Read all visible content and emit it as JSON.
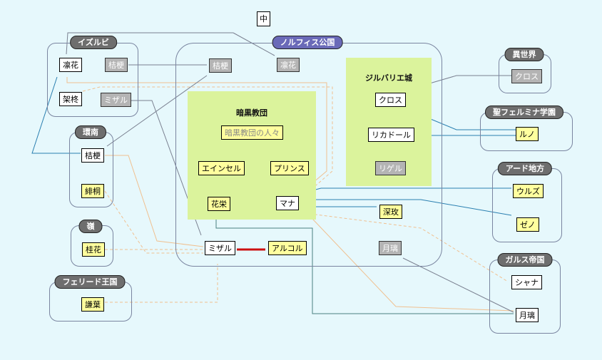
{
  "colors": {
    "background": "#e6f8fc",
    "zone": "#dbf39c",
    "group_border": "#7a85a0",
    "group_label": "#6e6e6e",
    "group_label_highlight": "#6a6ab8",
    "node_white": "#ffffff",
    "node_yellow": "#ffff9e",
    "node_gray": "#b4b4b4",
    "link_blue": "#2a7fb0",
    "link_gray": "#7a8090",
    "link_orange": "#f0c090",
    "link_red": "#cc1010",
    "link_teal": "#4a7f80"
  },
  "top_node": {
    "label": "中"
  },
  "groups": {
    "izurubi": {
      "label": "イズルビ"
    },
    "norufisu": {
      "label": "ノルフィス公国"
    },
    "isekai": {
      "label": "異世界"
    },
    "seiferumina": {
      "label": "聖フェルミナ学園"
    },
    "ado": {
      "label": "アード地方"
    },
    "garusu": {
      "label": "ガルス帝国"
    },
    "kannan": {
      "label": "環南"
    },
    "ryou": {
      "label": "嶺"
    },
    "ferido": {
      "label": "フェリード王国"
    }
  },
  "zones": {
    "ankoku": {
      "label": "暗黒教団"
    },
    "jirubarie": {
      "label": "ジルバリエ城"
    }
  },
  "nodes": {
    "izurubi_rinka": "凛花",
    "izurubi_kikyou": "桔梗",
    "izurubi_kakou": "架柊",
    "izurubi_mizaru": "ミザル",
    "norufisu_kikyou": "桔梗",
    "norufisu_rinka": "凛花",
    "ankoku_people": "暗黒教団の人々",
    "einseru": "エインセル",
    "purinsu": "プリンス",
    "kaei": "花栄",
    "mana": "マナ",
    "shinmei": "深玫",
    "mizaru": "ミザル",
    "arukoru": "アルコル",
    "norufisu_geturi": "月璃",
    "kurosu": "クロス",
    "rikadoru": "リカドール",
    "rigeru": "リゲル",
    "isekai_kurosu": "クロス",
    "runo": "ルノ",
    "uruzu": "ウルズ",
    "zeno": "ゼノ",
    "shana": "シャナ",
    "geturi": "月璃",
    "kannan_kikyou": "桔梗",
    "hidou": "緋桐",
    "keika": "桂花",
    "kenyou": "謙葉"
  }
}
